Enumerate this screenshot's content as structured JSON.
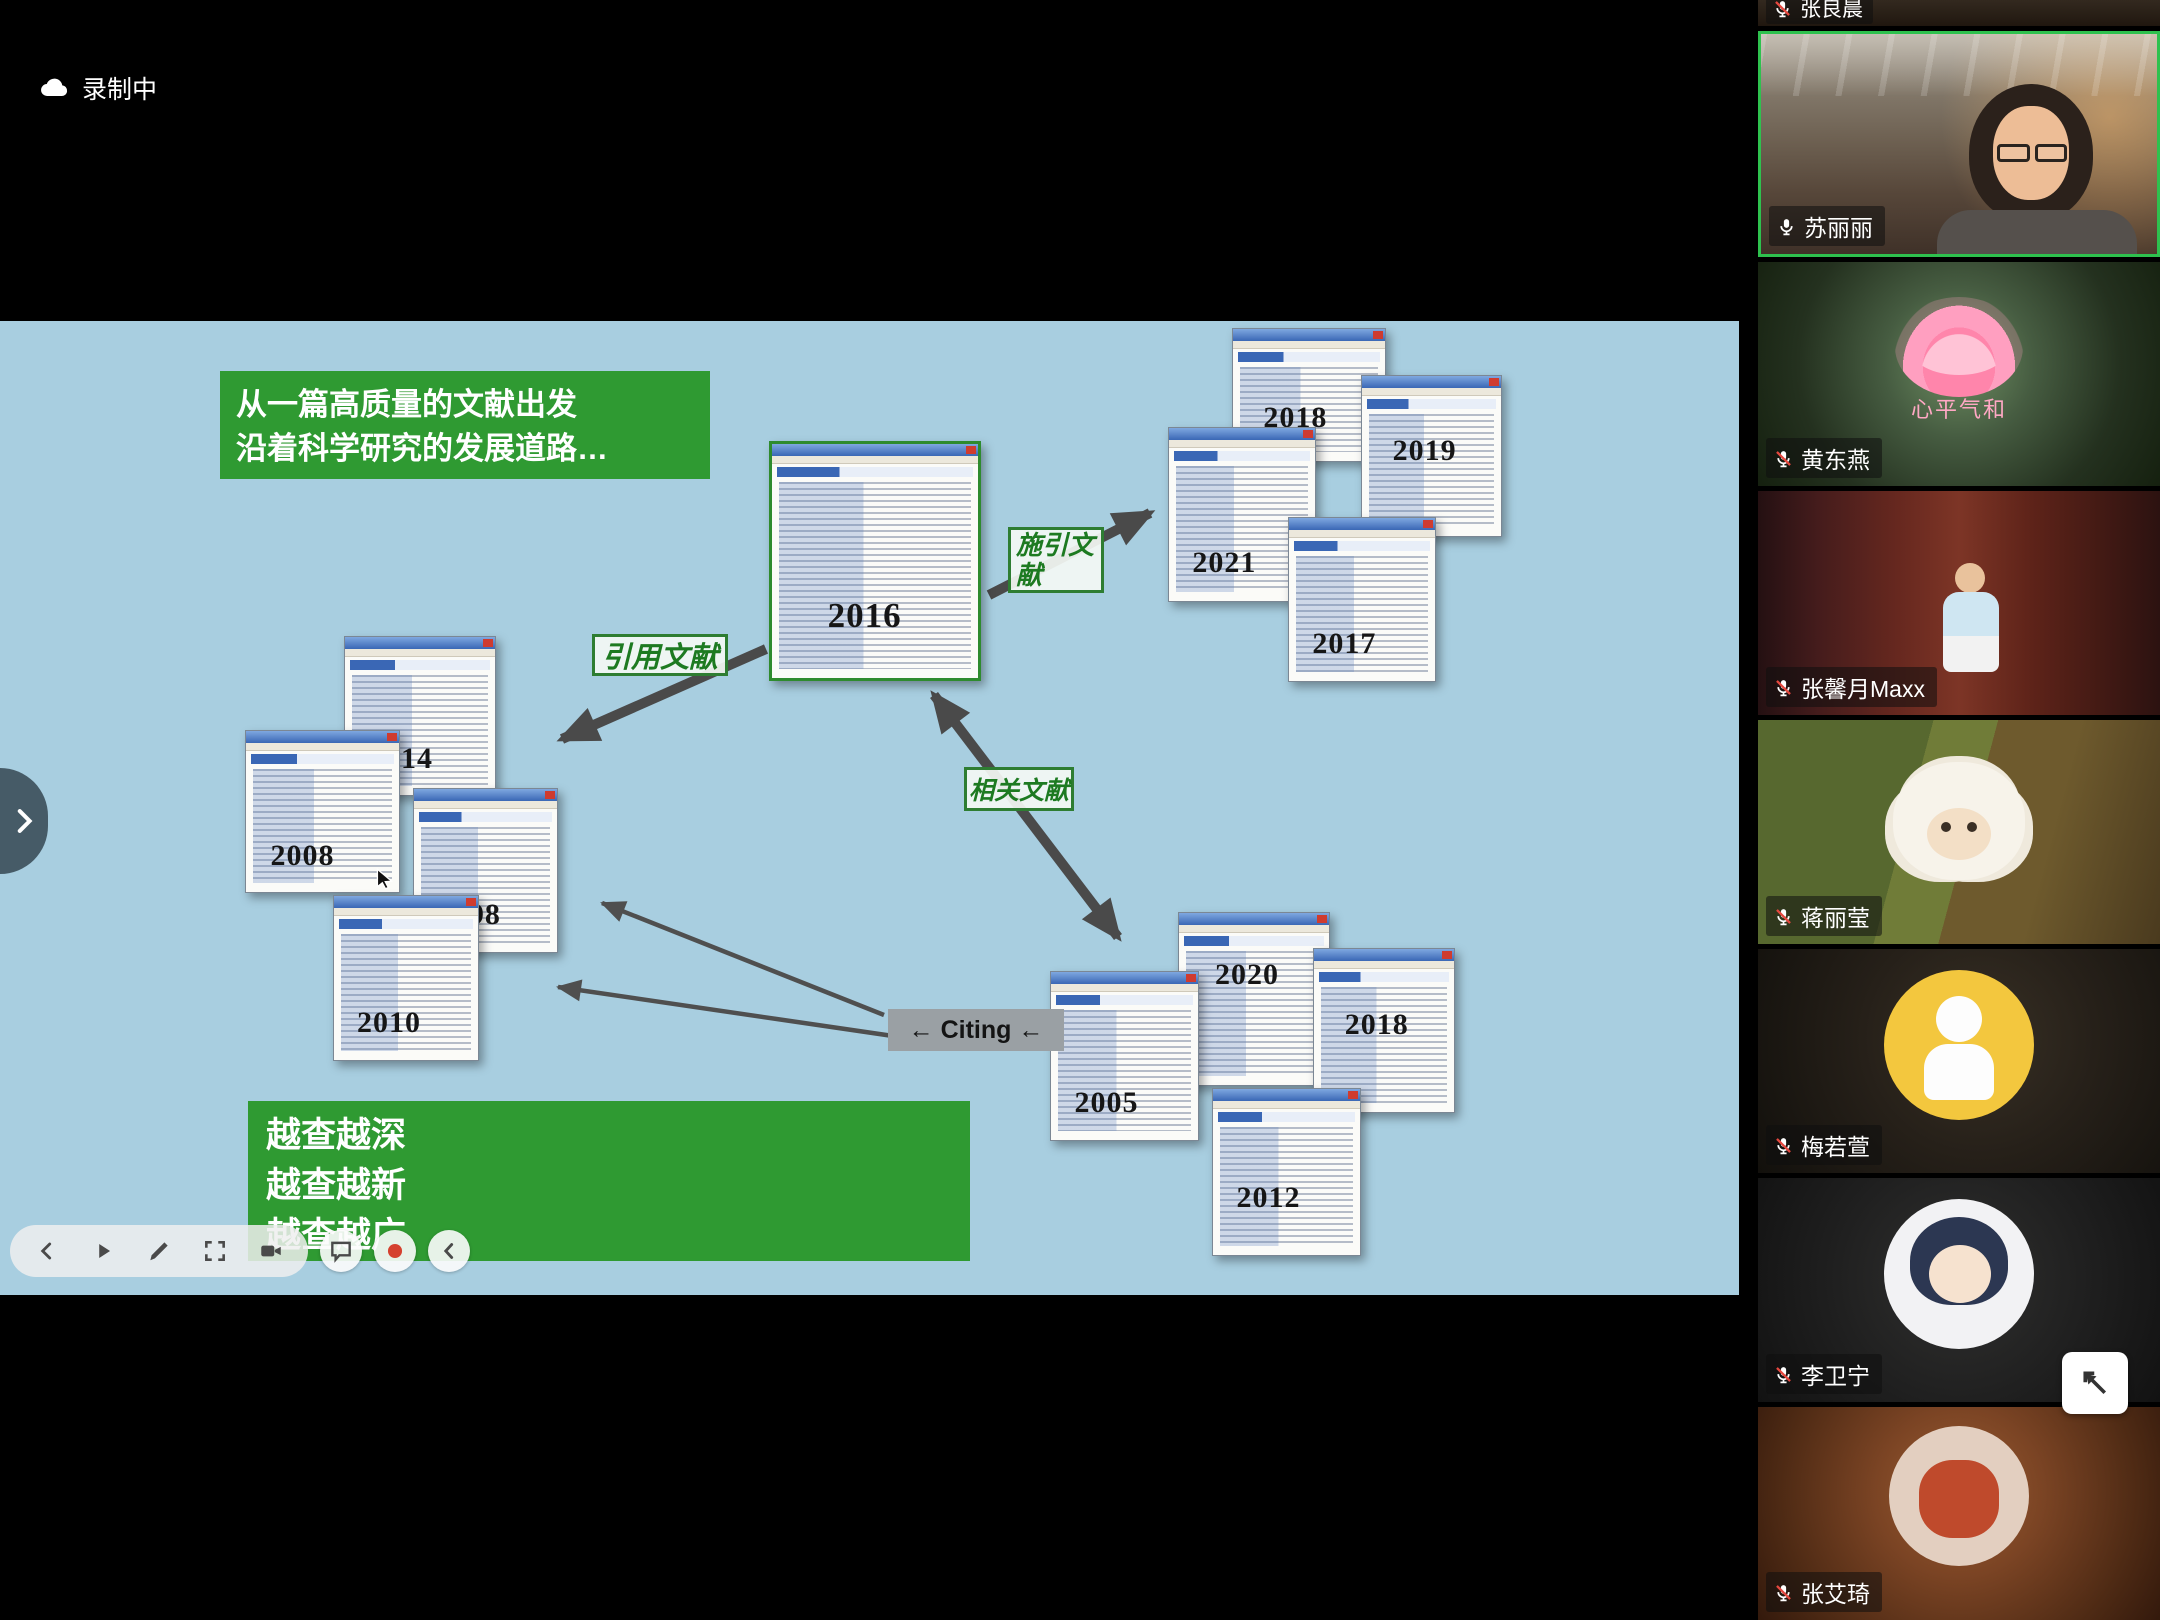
{
  "app": {
    "recording_indicator": "录制中",
    "toolbar_icons": [
      "previous",
      "play",
      "annotate",
      "focus",
      "camera",
      "chat",
      "record",
      "collapse"
    ]
  },
  "slide": {
    "header": {
      "line1": "从一篇高质量的文献出发",
      "line2": "沿着科学研究的发展道路…"
    },
    "arrow_labels": {
      "citing": "施引文献",
      "cited": "引用文献",
      "related": "相关文献"
    },
    "citing_banner": "← Citing ←",
    "footer_lines": [
      "越查越深",
      "越查越新",
      "越查越广"
    ],
    "documents": [
      {
        "year": "2016",
        "cluster": "center"
      },
      {
        "year": "2018",
        "cluster": "citing"
      },
      {
        "year": "2019",
        "cluster": "citing"
      },
      {
        "year": "2021",
        "cluster": "citing"
      },
      {
        "year": "2017",
        "cluster": "citing"
      },
      {
        "year": "2014",
        "cluster": "cited"
      },
      {
        "year": "2008",
        "cluster": "cited"
      },
      {
        "year": "1998",
        "cluster": "cited"
      },
      {
        "year": "2010",
        "cluster": "cited"
      },
      {
        "year": "2020",
        "cluster": "related"
      },
      {
        "year": "2018",
        "cluster": "related"
      },
      {
        "year": "2005",
        "cluster": "related"
      },
      {
        "year": "2012",
        "cluster": "related"
      }
    ],
    "colors": {
      "slide_background": "#a8cee0",
      "accent_green": "#2f9a32",
      "arrow_gray": "#4a4a4a"
    }
  },
  "participants": [
    {
      "name": "张良晨",
      "muted": true
    },
    {
      "name": "苏丽丽",
      "muted": false,
      "active_speaker": true
    },
    {
      "name": "黄东燕",
      "muted": true,
      "avatar_caption": "心平气和"
    },
    {
      "name": "张馨月Maxx",
      "muted": true
    },
    {
      "name": "蒋丽莹",
      "muted": true
    },
    {
      "name": "梅若萱",
      "muted": true
    },
    {
      "name": "李卫宁",
      "muted": true
    },
    {
      "name": "张艾琦",
      "muted": true
    }
  ]
}
